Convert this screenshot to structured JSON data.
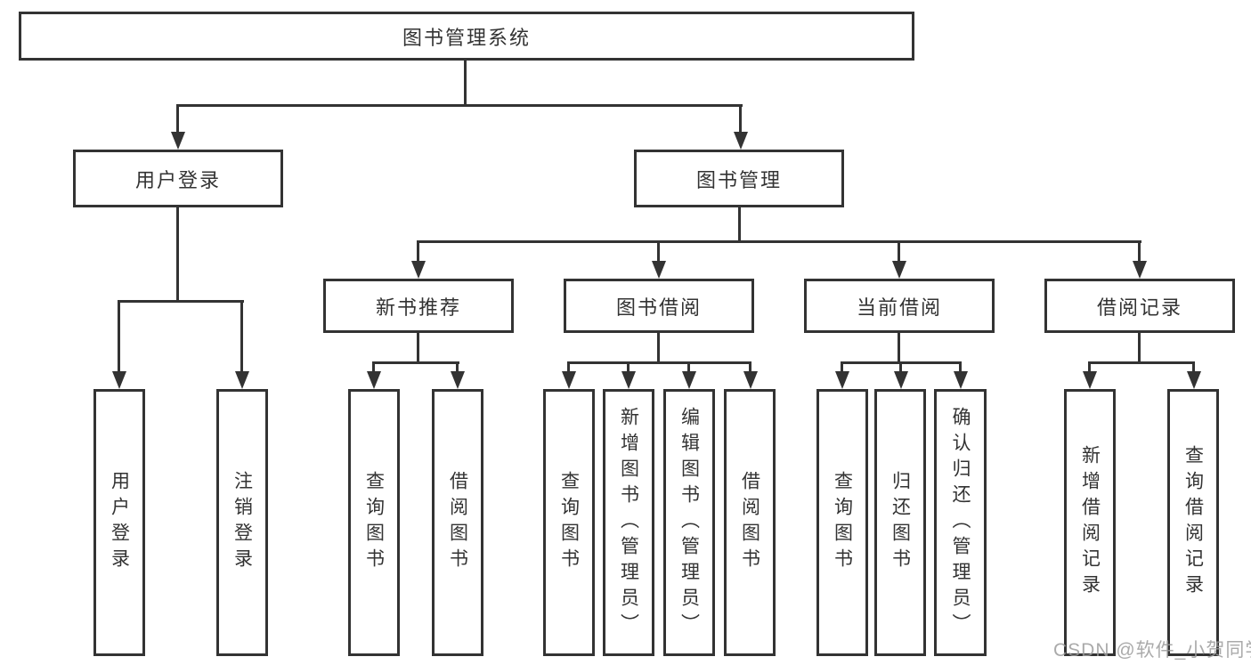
{
  "title": {
    "label": "图书管理系统"
  },
  "level1": {
    "user_login": "用户登录",
    "book_mgmt": "图书管理"
  },
  "level2": {
    "new_books": "新书推荐",
    "book_borrow": "图书借阅",
    "current_borrow": "当前借阅",
    "borrow_records": "借阅记录"
  },
  "leaves": {
    "user_login": [
      "用户登录",
      "注销登录"
    ],
    "new_books": [
      "查询图书",
      "借阅图书"
    ],
    "book_borrow": [
      "查询图书",
      "新增图书（管理员）",
      "编辑图书（管理员）",
      "借阅图书"
    ],
    "current_borrow": [
      "查询图书",
      "归还图书",
      "确认归还（管理员）"
    ],
    "borrow_records": [
      "新增借阅记录",
      "查询借阅记录"
    ]
  },
  "watermark": "CSDN @软件_小贺同学",
  "colors": {
    "line": "#333333",
    "text": "#333333",
    "box_bg": "#ffffff",
    "watermark": "#9c9c9c"
  }
}
